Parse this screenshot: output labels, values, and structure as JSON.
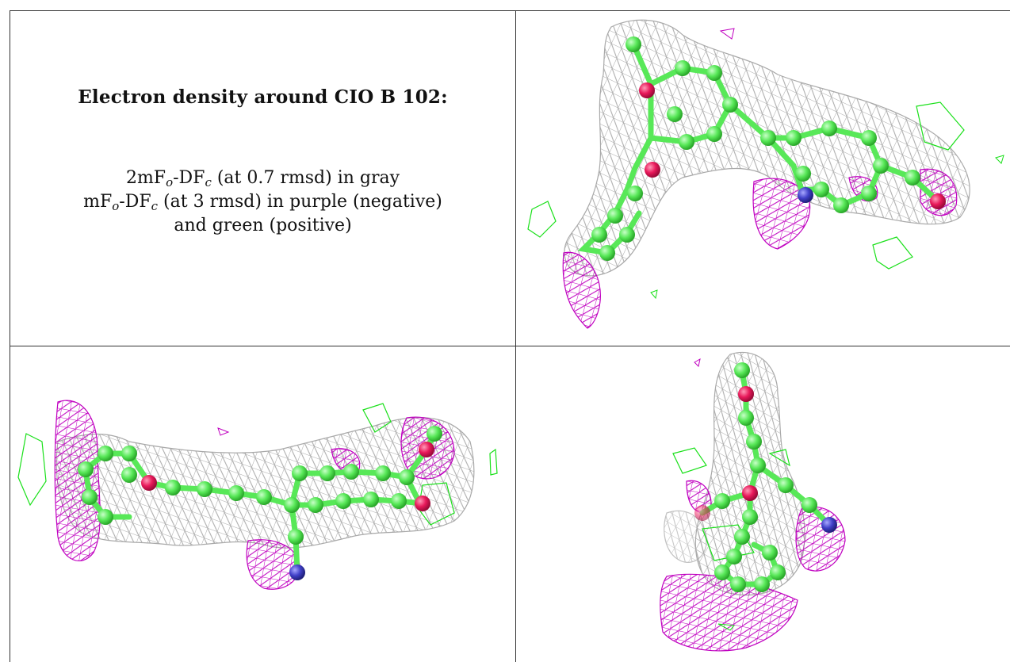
{
  "legend": {
    "title": "Electron density around CIO B 102:",
    "line1_pre": "2mF",
    "line1_sub1": "o",
    "line1_mid": "-DF",
    "line1_sub2": "c",
    "line1_post": " (at 0.7 rmsd) in gray",
    "line2_pre": "mF",
    "line2_sub1": "o",
    "line2_mid": "-DF",
    "line2_sub2": "c",
    "line2_post": " (at 3 rmsd) in purple (negative)",
    "line3": "and green (positive)"
  },
  "views": [
    {
      "id": "view-top-right",
      "panel": "top-right"
    },
    {
      "id": "view-bottom-left",
      "panel": "bottom-left"
    },
    {
      "id": "view-bottom-right",
      "panel": "bottom-right"
    }
  ],
  "colors": {
    "mesh_gray": "#a9a9a9",
    "mesh_purple": "#c000c0",
    "mesh_green": "#19e019",
    "carbon": "#58e858",
    "oxygen": "#e8185a",
    "nitrogen": "#4040c8",
    "border": "#333333"
  }
}
